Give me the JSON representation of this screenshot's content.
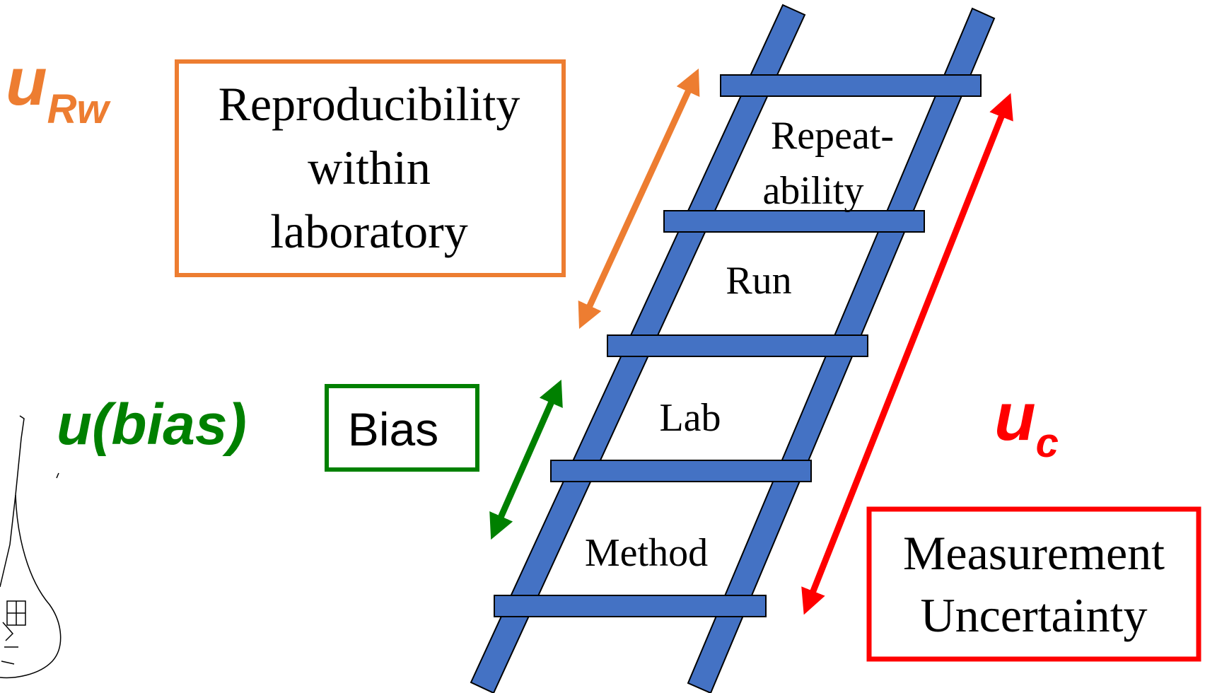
{
  "colors": {
    "ladder": "#4472C4",
    "orange": "#ED7D31",
    "green": "#008000",
    "red": "#FF0000",
    "text": "#000000"
  },
  "symbols": {
    "u_rw": {
      "main": "u",
      "sub": "Rw"
    },
    "u_bias": "u(bias)",
    "u_c": {
      "main": "u",
      "sub": "c"
    }
  },
  "boxes": {
    "reproducibility": [
      "Reproducibility",
      "within",
      "laboratory"
    ],
    "bias": "Bias",
    "measurement_uncertainty": [
      "Measurement",
      "Uncertainty"
    ]
  },
  "ladder": {
    "rungs": {
      "repeatability": [
        "Repeat-",
        "ability"
      ],
      "run": "Run",
      "lab": "Lab",
      "method": "Method"
    }
  },
  "icons": {
    "flask": "erlenmeyer-flask-sketch"
  }
}
